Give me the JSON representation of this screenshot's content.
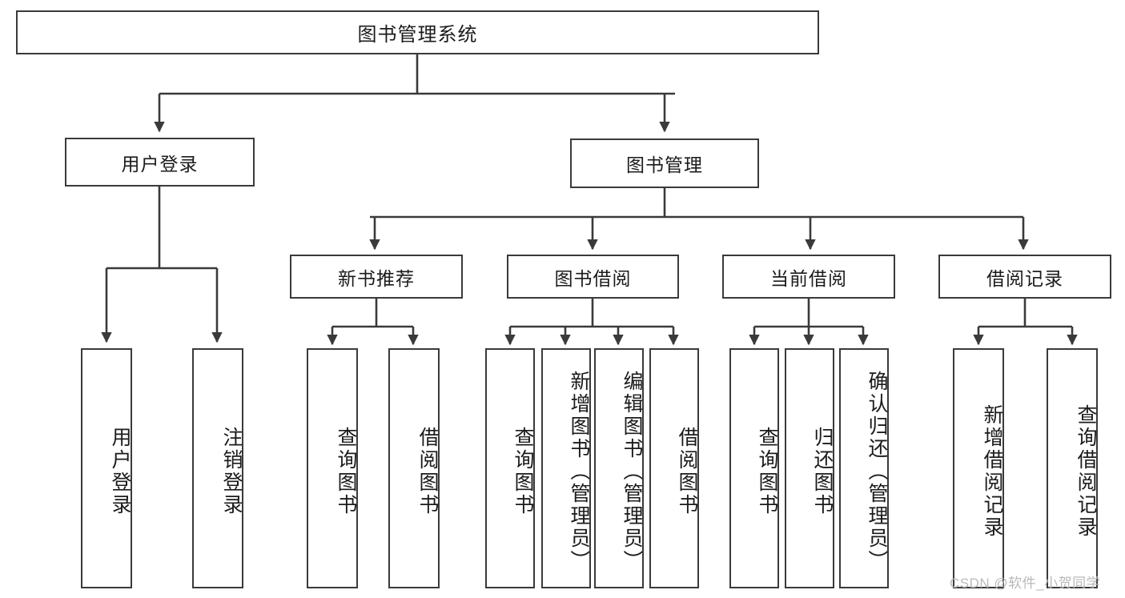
{
  "diagram": {
    "type": "tree",
    "title": "图书管理系统",
    "watermark": "CSDN @软件_小贺同学",
    "colors": {
      "stroke": "#3a3a3a",
      "fill": "#ffffff",
      "text": "#1b1b1b",
      "watermark": "#b9b9b9"
    },
    "root": {
      "label": "图书管理系统"
    },
    "level1": [
      {
        "id": "user-login",
        "label": "用户登录"
      },
      {
        "id": "book-manage",
        "label": "图书管理"
      }
    ],
    "level2": [
      {
        "id": "new-book-rec",
        "label": "新书推荐",
        "parent": "book-manage"
      },
      {
        "id": "book-borrow",
        "label": "图书借阅",
        "parent": "book-manage"
      },
      {
        "id": "current-borrow",
        "label": "当前借阅",
        "parent": "book-manage"
      },
      {
        "id": "borrow-record",
        "label": "借阅记录",
        "parent": "book-manage"
      }
    ],
    "leaves": [
      {
        "id": "leaf-user-login",
        "label": "用户登录",
        "parent": "user-login"
      },
      {
        "id": "leaf-logout",
        "label": "注销登录",
        "parent": "user-login"
      },
      {
        "id": "leaf-query-book-1",
        "label": "查询图书",
        "parent": "new-book-rec"
      },
      {
        "id": "leaf-borrow-book-1",
        "label": "借阅图书",
        "parent": "new-book-rec"
      },
      {
        "id": "leaf-query-book-2",
        "label": "查询图书",
        "parent": "book-borrow"
      },
      {
        "id": "leaf-add-book",
        "label": "新增图书（管理员）",
        "parent": "book-borrow"
      },
      {
        "id": "leaf-edit-book",
        "label": "编辑图书（管理员）",
        "parent": "book-borrow"
      },
      {
        "id": "leaf-borrow-book-2",
        "label": "借阅图书",
        "parent": "book-borrow"
      },
      {
        "id": "leaf-query-book-3",
        "label": "查询图书",
        "parent": "current-borrow"
      },
      {
        "id": "leaf-return-book",
        "label": "归还图书",
        "parent": "current-borrow"
      },
      {
        "id": "leaf-confirm-return",
        "label": "确认归还（管理员）",
        "parent": "current-borrow"
      },
      {
        "id": "leaf-add-record",
        "label": "新增借阅记录",
        "parent": "borrow-record"
      },
      {
        "id": "leaf-query-record",
        "label": "查询借阅记录",
        "parent": "borrow-record"
      }
    ]
  }
}
